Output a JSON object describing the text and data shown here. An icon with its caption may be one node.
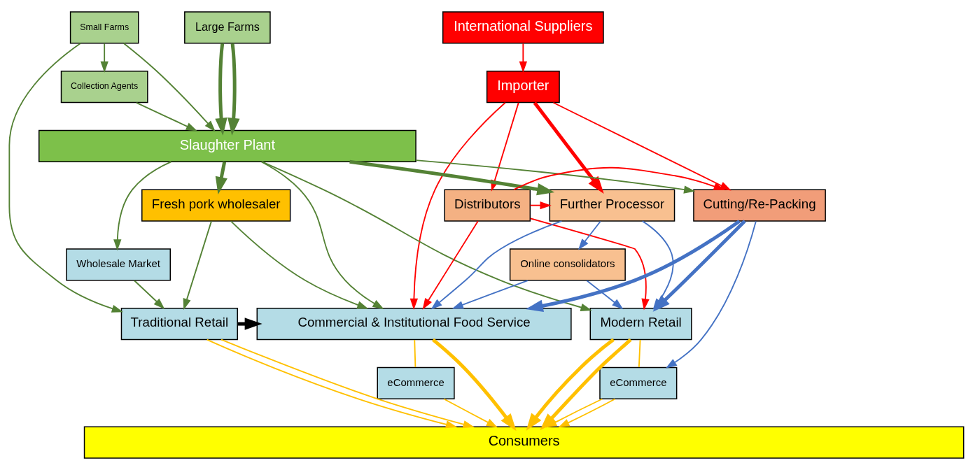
{
  "diagram": {
    "nodes": [
      {
        "text": [
          "International Suppliers"
        ]
      },
      {
        "text": [
          "Importer"
        ]
      },
      {
        "text": [
          "Large Farms"
        ]
      },
      {
        "text": [
          "Small Farms"
        ]
      },
      {
        "text": [
          "Collection Agents"
        ]
      },
      {
        "text": [
          "Slaughter Plant"
        ]
      },
      {
        "text": [
          "Distributors"
        ]
      },
      {
        "text": [
          "Cutting/Re-Packing"
        ]
      },
      {
        "text": [
          "Further Processor"
        ]
      },
      {
        "text": [
          "Fresh pork wholesaler"
        ]
      },
      {
        "text": [
          "Online consolidators"
        ]
      },
      {
        "text": [
          "Wholesale Market"
        ]
      },
      {
        "text": [
          "Modern Retail"
        ]
      },
      {
        "text": [
          "Commercial & Institutional Food Service"
        ]
      },
      {
        "text": [
          "Traditional Retail"
        ]
      },
      {
        "text": [
          "eCommerce"
        ]
      },
      {
        "text": [
          "eCommerce"
        ]
      },
      {
        "text": [
          "Consumers"
        ]
      }
    ],
    "edges": [
      {
        "from": 0,
        "to": 1,
        "arrow": "to",
        "color": "#ff0000"
      },
      {
        "from": 1,
        "to": 6,
        "arrow": "to",
        "color": "#ff0000"
      },
      {
        "from": 1,
        "to": 7,
        "arrow": "to",
        "color": "#ff0000"
      },
      {
        "from": 1,
        "to": 13,
        "arrow": "to",
        "color": "#ff0000"
      },
      {
        "from": 1,
        "to": 8,
        "arrow": "to",
        "style": "thick",
        "color": "#ff0000"
      },
      {
        "from": 2,
        "to": 5,
        "arrow": "to",
        "style": "thick"
      },
      {
        "from": 2,
        "to": 5,
        "arrow": "to",
        "style": "thick"
      },
      {
        "from": 3,
        "to": 4,
        "arrow": "to"
      },
      {
        "from": 3,
        "to": 5,
        "arrow": "to"
      },
      {
        "from": 3,
        "to": 14,
        "arrow": "to"
      },
      {
        "from": 4,
        "to": 5,
        "arrow": "to"
      },
      {
        "from": 5,
        "to": 12,
        "arrow": "to"
      },
      {
        "from": 5,
        "to": 7,
        "arrow": "to"
      },
      {
        "from": 5,
        "to": 8,
        "arrow": "to",
        "style": "thick"
      },
      {
        "from": 5,
        "to": 9,
        "arrow": "to",
        "style": "thick"
      },
      {
        "from": 5,
        "to": 13,
        "arrow": "to"
      },
      {
        "from": 5,
        "to": 11,
        "arrow": "to"
      },
      {
        "from": 6,
        "to": 7,
        "arrow": "to",
        "color": "#ff0000"
      },
      {
        "from": 6,
        "to": 8,
        "arrow": "to",
        "color": "#ff0000"
      },
      {
        "from": 6,
        "to": 12,
        "arrow": "to",
        "color": "#ff0000"
      },
      {
        "from": 6,
        "to": 13,
        "arrow": "to",
        "color": "#ff0000"
      },
      {
        "from": 7,
        "to": 12,
        "arrow": "to",
        "style": "thick",
        "color": "#4472c4"
      },
      {
        "from": 7,
        "to": 15,
        "arrow": "to",
        "color": "#4472c4"
      },
      {
        "from": 7,
        "to": 13,
        "arrow": "to",
        "style": "thick",
        "color": "#4472c4"
      },
      {
        "from": 8,
        "to": 12,
        "arrow": "to",
        "color": "#4472c4"
      },
      {
        "from": 8,
        "to": 13,
        "arrow": "to",
        "color": "#4472c4"
      },
      {
        "from": 8,
        "to": 10,
        "arrow": "to",
        "color": "#4472c4"
      },
      {
        "from": 10,
        "to": 12,
        "arrow": "to",
        "color": "#4472c4"
      },
      {
        "from": 10,
        "to": 13,
        "arrow": "to",
        "color": "#4472c4"
      },
      {
        "from": 9,
        "to": 13,
        "arrow": "to"
      },
      {
        "from": 9,
        "to": 14,
        "arrow": "to"
      },
      {
        "from": 11,
        "to": 14,
        "arrow": "to"
      },
      {
        "from": 14,
        "to": 13,
        "arrow": "to",
        "style": "thick",
        "color": "#000000"
      },
      {
        "from": 12,
        "to": 17,
        "arrow": "to",
        "style": "thick",
        "color": "#ffc000"
      },
      {
        "from": 12,
        "to": 17,
        "arrow": "to",
        "style": "thick",
        "color": "#ffc000"
      },
      {
        "from": 12,
        "to": 15,
        "arrow": "none",
        "color": "#ffc000"
      },
      {
        "from": 15,
        "to": 17,
        "arrow": "to",
        "color": "#ffc000"
      },
      {
        "from": 15,
        "to": 17,
        "arrow": "to",
        "color": "#ffc000"
      },
      {
        "from": 13,
        "to": 17,
        "arrow": "to",
        "style": "thick",
        "color": "#ffc000"
      },
      {
        "from": 13,
        "to": 16,
        "arrow": "none",
        "color": "#ffc000"
      },
      {
        "from": 16,
        "to": 17,
        "arrow": "to",
        "color": "#ffc000"
      },
      {
        "from": 14,
        "to": 17,
        "arrow": "to",
        "color": "#ffc000"
      },
      {
        "from": 14,
        "to": 17,
        "arrow": "to",
        "color": "#ffc000"
      }
    ]
  }
}
